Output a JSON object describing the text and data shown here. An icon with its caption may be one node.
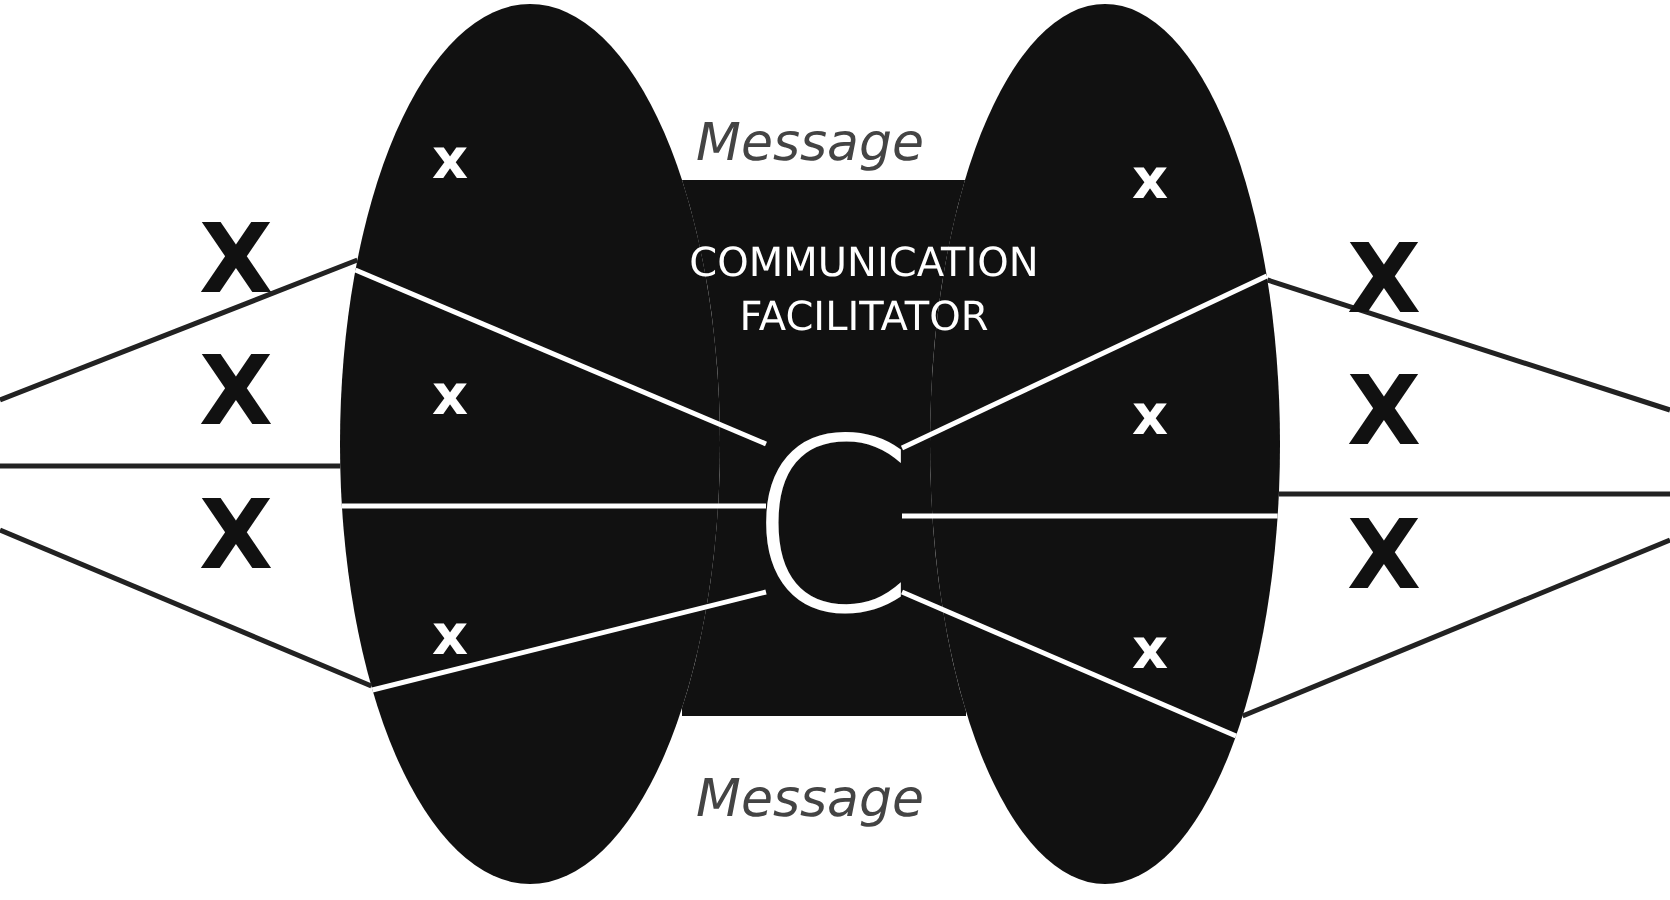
{
  "diagram": {
    "nodes": [
      {
        "text": [
          "x",
          "x",
          "x"
        ]
      },
      {
        "text": [
          "COMMUNICATION FACILITATOR"
        ]
      },
      {
        "text": [
          "C"
        ],
        "in": 1
      },
      {
        "text": [
          "x",
          "x",
          "x"
        ]
      }
    ],
    "edges": [
      {
        "from": null,
        "to": 0,
        "arrow": "none"
      },
      {
        "from": null,
        "to": 0,
        "arrow": "none"
      },
      {
        "from": null,
        "to": 0,
        "arrow": "none"
      },
      {
        "from": 0,
        "to": 2,
        "arrow": "none",
        "color": "#ffffff"
      },
      {
        "from": 0,
        "to": 2,
        "arrow": "none",
        "color": "#ffffff"
      },
      {
        "from": 0,
        "to": 2,
        "arrow": "none",
        "color": "#ffffff"
      },
      {
        "from": 2,
        "to": 3,
        "arrow": "none",
        "color": "#ffffff"
      },
      {
        "from": 2,
        "to": 3,
        "arrow": "none",
        "color": "#ffffff"
      },
      {
        "from": 2,
        "to": 3,
        "arrow": "none",
        "color": "#ffffff"
      },
      {
        "from": 3,
        "to": null,
        "arrow": "none"
      },
      {
        "from": 3,
        "to": null,
        "arrow": "none"
      },
      {
        "from": 3,
        "to": null,
        "arrow": "none"
      }
    ],
    "labels": [
      "Message",
      "X",
      "X",
      "X",
      "X",
      "X",
      "X",
      "Message"
    ]
  }
}
